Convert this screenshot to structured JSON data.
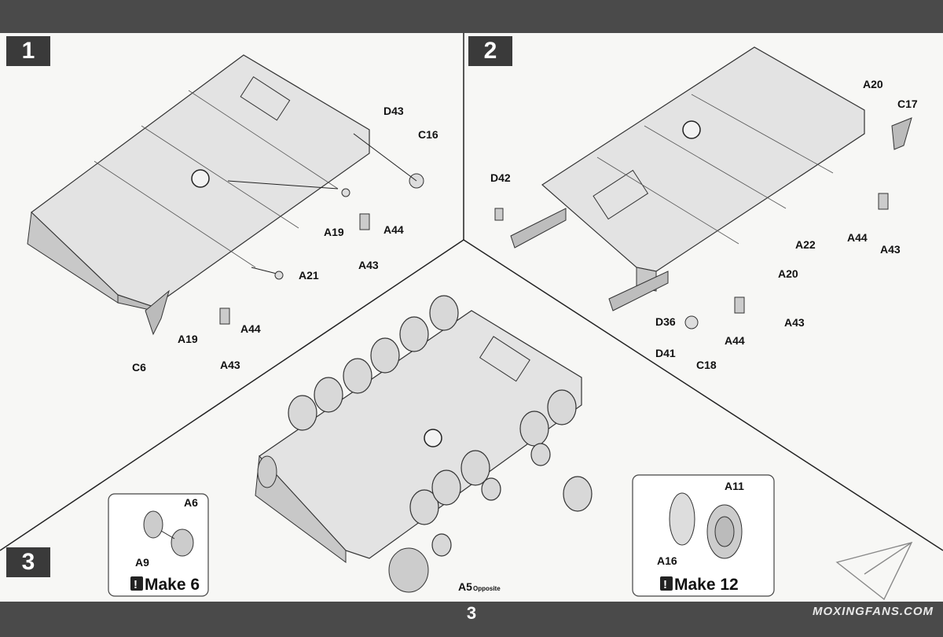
{
  "page_number": "3",
  "watermark": "MOXINGFANS.COM",
  "steps": [
    {
      "number": "1",
      "labels": [
        "D43",
        "C16",
        "A19",
        "A44",
        "A43",
        "A21",
        "A19",
        "A44",
        "A43",
        "C6"
      ]
    },
    {
      "number": "2",
      "labels": [
        "A20",
        "C17",
        "D42",
        "A22",
        "A44",
        "A43",
        "A20",
        "D36",
        "A43",
        "A44",
        "D41",
        "C18"
      ]
    },
    {
      "number": "3",
      "labels": [
        "A5",
        "A9",
        "A6",
        "A11",
        "A16"
      ]
    }
  ],
  "a5_note": "Opposite",
  "insets": [
    {
      "instruction": "Make 6"
    },
    {
      "instruction": "Make 12"
    }
  ]
}
